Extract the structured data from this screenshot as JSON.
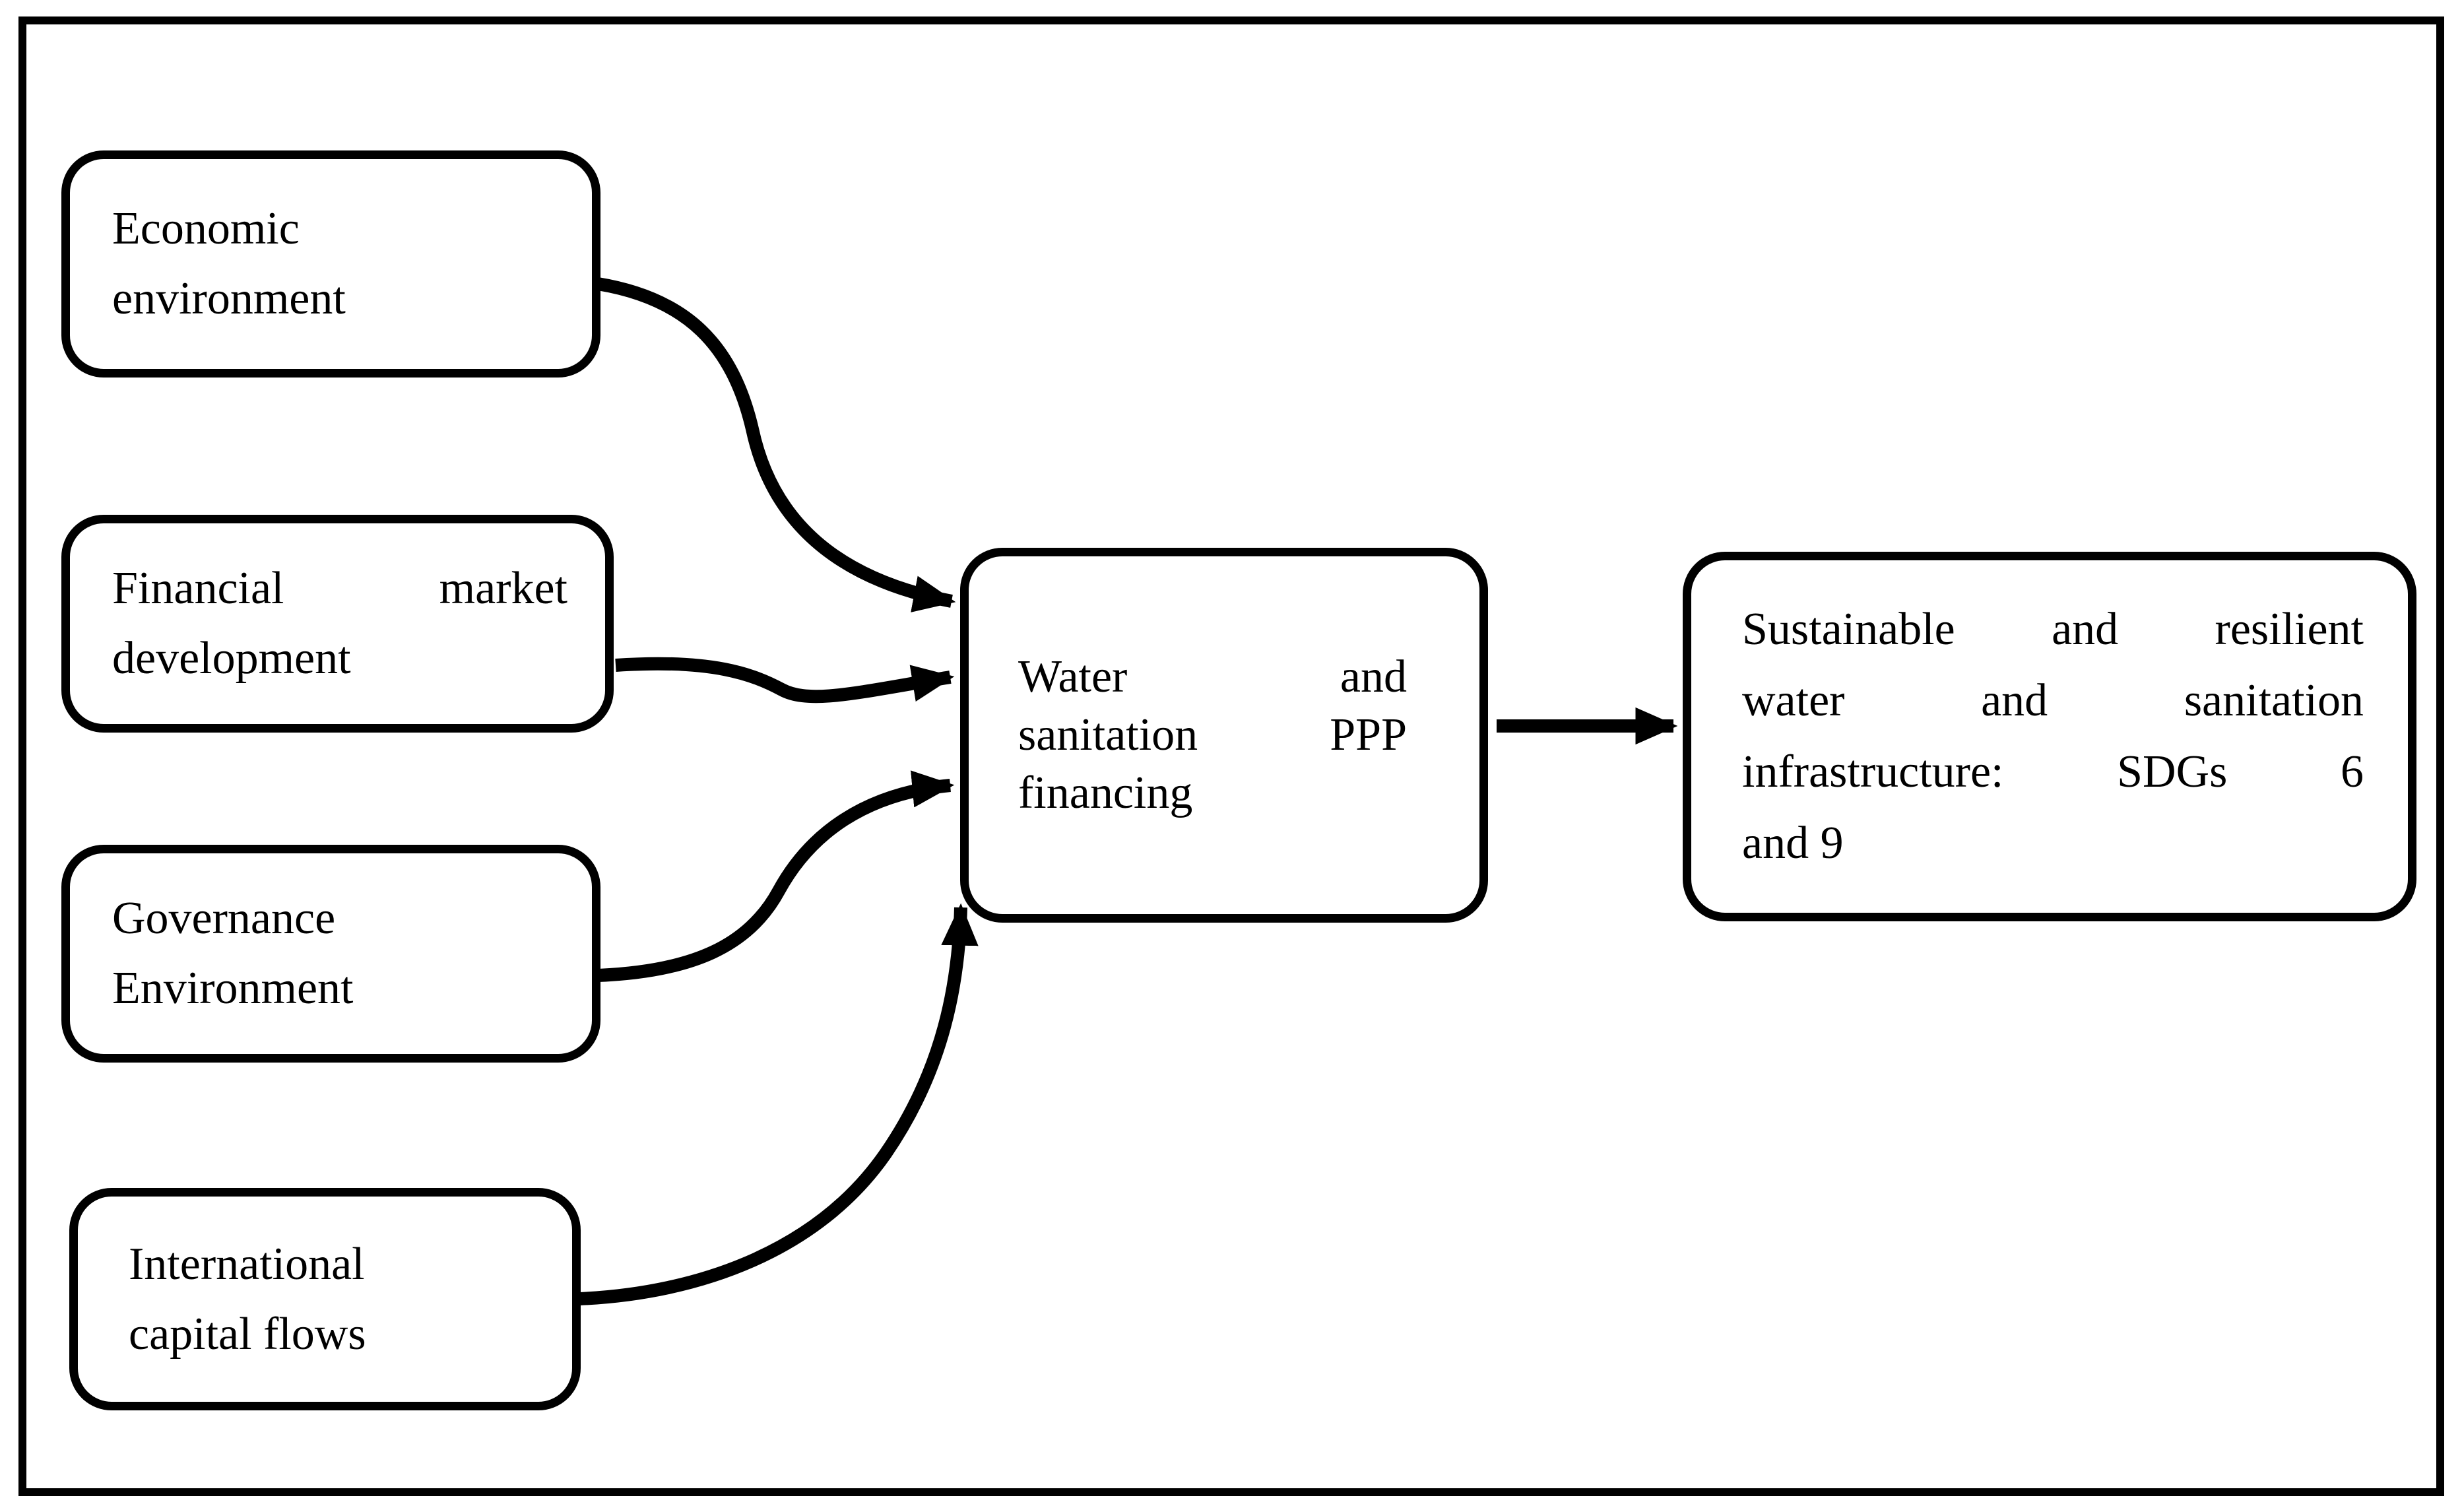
{
  "figure": {
    "type": "flow-diagram",
    "background_color": "#ffffff",
    "stroke_color": "#000000"
  },
  "boxes": {
    "economic": {
      "id": "economic-environment",
      "lines": [
        "Economic",
        "environment"
      ]
    },
    "financial": {
      "id": "financial-market-development",
      "lines": [
        "Financial market",
        "development"
      ]
    },
    "governance": {
      "id": "governance-environment",
      "lines": [
        "Governance",
        "Environment"
      ]
    },
    "capital": {
      "id": "international-capital-flows",
      "lines": [
        "International",
        "capital flows"
      ]
    },
    "financing": {
      "id": "water-sanitation-ppp-financing",
      "lines": [
        "Water and",
        "sanitation PPP",
        "financing"
      ]
    },
    "outcome": {
      "id": "sustainable-infrastructure",
      "lines": [
        "Sustainable and resilient",
        "water and sanitation",
        "infrastructure: SDGs 6",
        "and 9"
      ]
    }
  },
  "arrows": [
    {
      "from": "economic-environment",
      "to": "water-sanitation-ppp-financing",
      "style": "curved"
    },
    {
      "from": "financial-market-development",
      "to": "water-sanitation-ppp-financing",
      "style": "curved"
    },
    {
      "from": "governance-environment",
      "to": "water-sanitation-ppp-financing",
      "style": "curved"
    },
    {
      "from": "international-capital-flows",
      "to": "water-sanitation-ppp-financing",
      "style": "curved"
    },
    {
      "from": "water-sanitation-ppp-financing",
      "to": "sustainable-infrastructure",
      "style": "straight"
    }
  ]
}
